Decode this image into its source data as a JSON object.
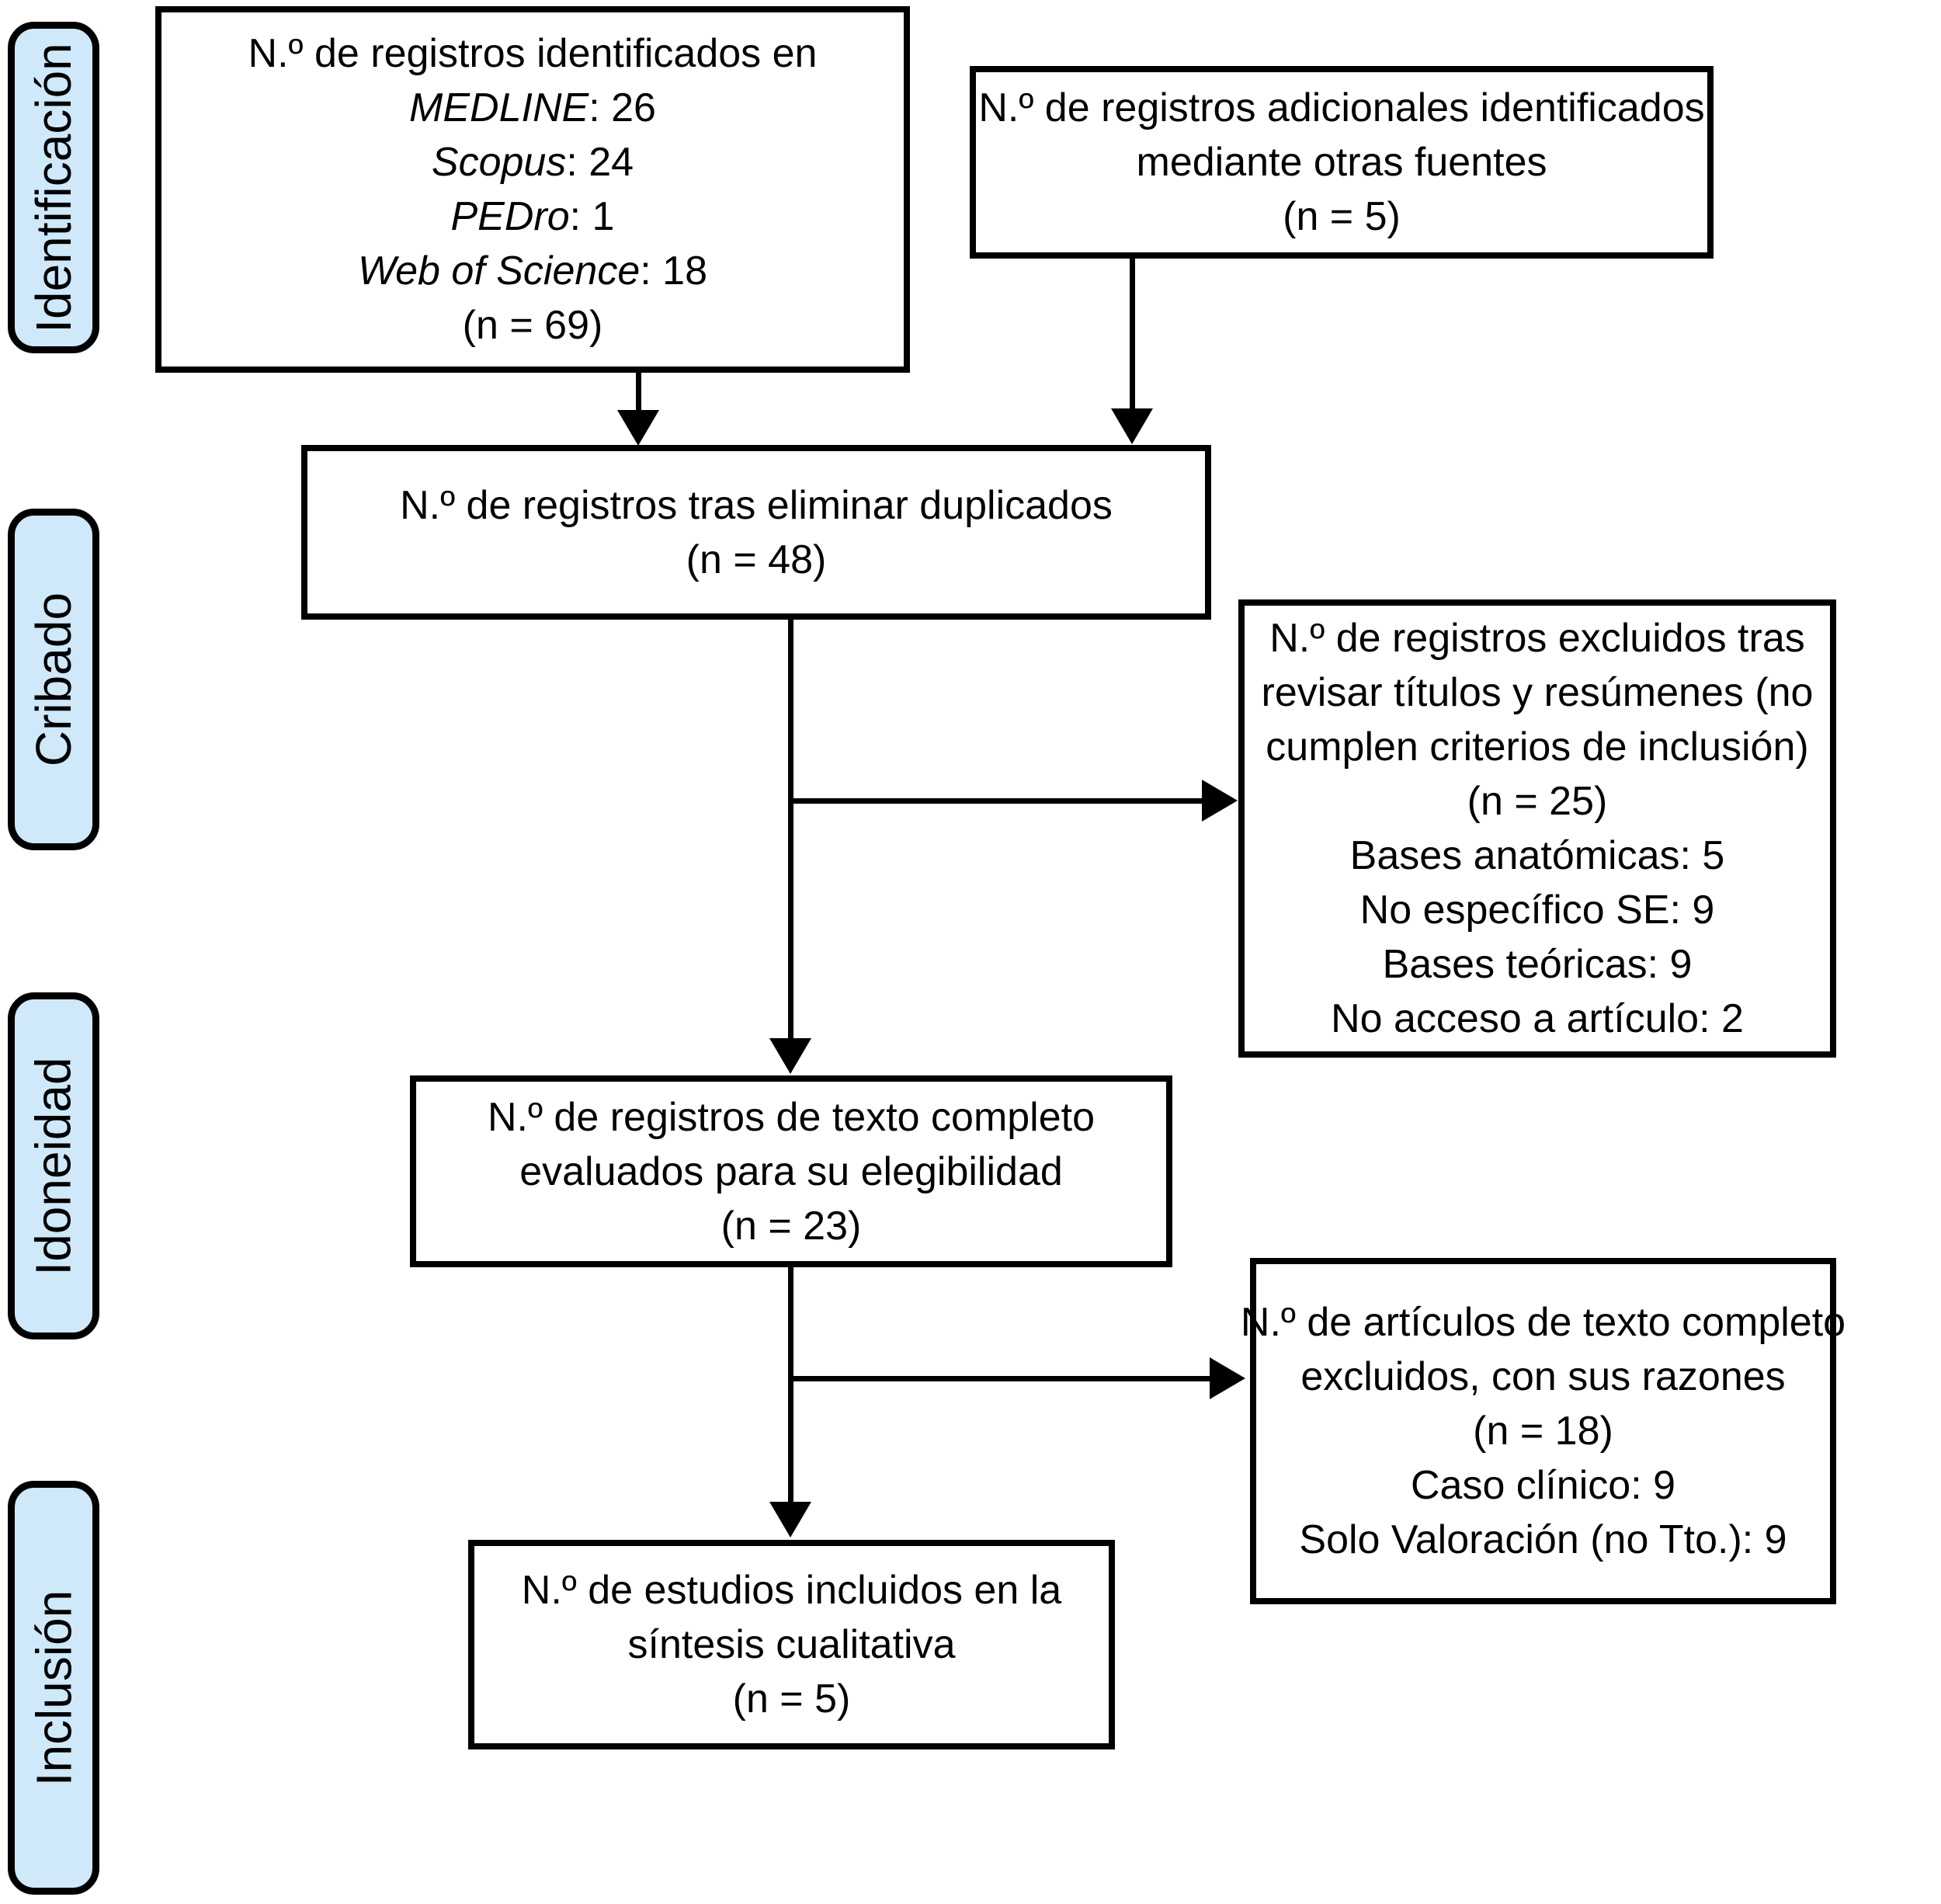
{
  "sidebar": {
    "items": [
      {
        "label": "Identificación"
      },
      {
        "label": "Cribado"
      },
      {
        "label": "Idoneidad"
      },
      {
        "label": "Inclusión"
      }
    ]
  },
  "boxes": {
    "identified": {
      "intro": "N.º de registros identificados en",
      "sources": [
        {
          "name": "MEDLINE",
          "rest": ": 26"
        },
        {
          "name": "Scopus",
          "rest": ": 24"
        },
        {
          "name": "PEDro",
          "rest": ": 1"
        },
        {
          "name": "Web of Science",
          "rest": ": 18"
        }
      ],
      "total": "(n = 69)"
    },
    "additional": {
      "lines": [
        "N.º de registros adicionales identificados",
        "mediante otras fuentes",
        "(n = 5)"
      ]
    },
    "deduplicated": {
      "lines": [
        "N.º de registros tras eliminar duplicados",
        "(n = 48)"
      ]
    },
    "excluded_screening": {
      "lines": [
        "N.º de registros excluidos tras",
        "revisar títulos y resúmenes (no",
        "cumplen criterios de inclusión)",
        "(n = 25)",
        "Bases anatómicas: 5",
        "No específico SE: 9",
        "Bases teóricas: 9",
        "No acceso a artículo: 2"
      ]
    },
    "fulltext": {
      "lines": [
        "N.º de registros de texto completo",
        "evaluados para su elegibilidad",
        "(n = 23)"
      ]
    },
    "excluded_fulltext": {
      "lines": [
        "N.º de artículos de texto completo",
        "excluidos, con sus razones",
        "(n = 18)",
        "Caso clínico: 9",
        "Solo Valoración (no Tto.): 9"
      ]
    },
    "included": {
      "lines": [
        "N.º de estudios incluidos en la",
        "síntesis cualitativa",
        "(n = 5)"
      ]
    }
  },
  "colors": {
    "sidebar_fill": "#cfe8fa",
    "box_fill": "#ffffff",
    "border": "#000000",
    "text": "#000000",
    "background": "#ffffff"
  }
}
